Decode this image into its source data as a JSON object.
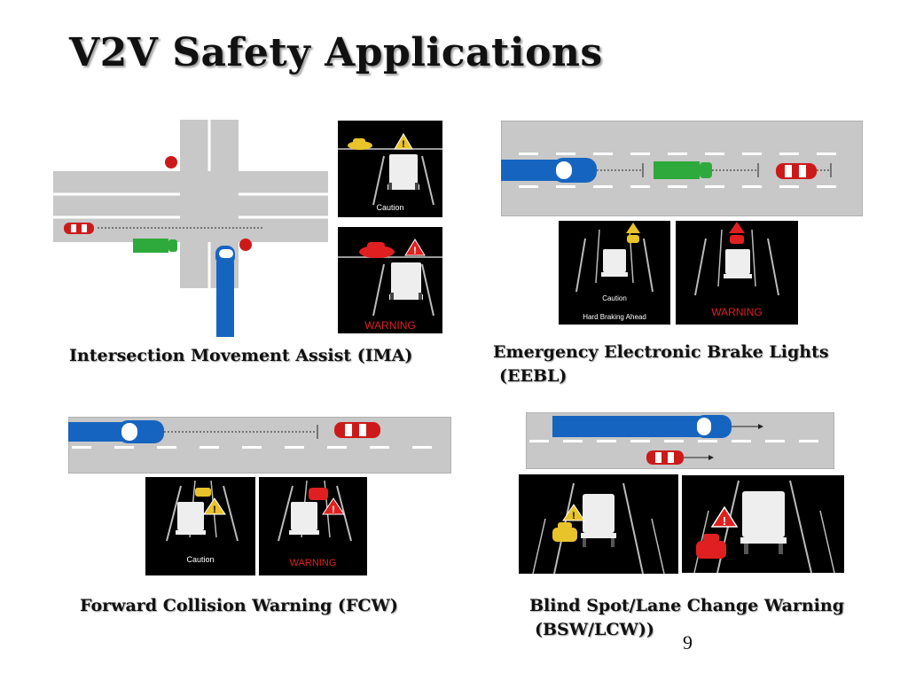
{
  "slide": {
    "title": "V2V Safety Applications",
    "page_number": "9"
  },
  "ima": {
    "caption": "Intersection Movement Assist (IMA)",
    "panel_top_text": "Caution",
    "panel_bottom_text": "WARNING"
  },
  "eebl": {
    "caption_line1": "Emergency Electronic Brake Lights",
    "caption_line2": "(EEBL)",
    "panel_left_text1": "Caution",
    "panel_left_text2": "Hard Braking Ahead",
    "panel_right_text": "WARNING"
  },
  "fcw": {
    "caption": "Forward Collision Warning (FCW)",
    "panel_left_text": "Caution",
    "panel_right_text": "WARNING"
  },
  "bsw": {
    "caption_line1": "Blind Spot/Lane Change Warning",
    "caption_line2": "(BSW/LCW))"
  },
  "colors": {
    "road": "#c8c8c8",
    "truck_blue": "#1565c0",
    "car_green": "#2eaa3c",
    "car_red": "#cc1a1a",
    "caution_yellow": "#e8c32a",
    "warning_red": "#e02020"
  }
}
